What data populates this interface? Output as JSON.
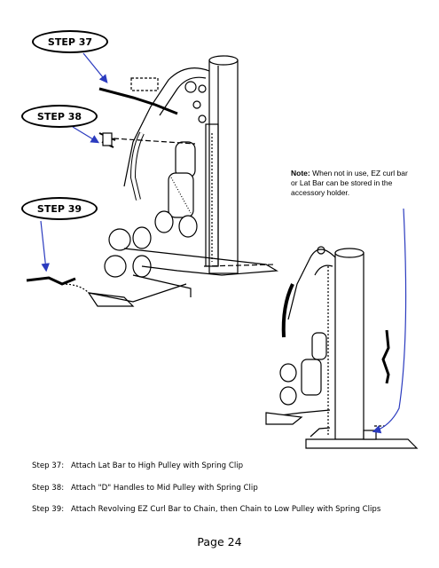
{
  "callouts": {
    "step37": "STEP 37",
    "step38": "STEP 38",
    "step39": "STEP 39"
  },
  "note": {
    "label": "Note:",
    "text": " When not in use, EZ curl bar or Lat Bar can be stored in the accessory holder."
  },
  "steps": [
    {
      "label": "Step 37:",
      "text": "Attach Lat Bar to High Pulley with Spring Clip"
    },
    {
      "label": "Step 38:",
      "text": "Attach \"D\" Handles to Mid Pulley with Spring Clip"
    },
    {
      "label": "Step 39:",
      "text": "Attach Revolving EZ Curl Bar to Chain, then Chain to Low Pulley with Spring Clips"
    }
  ],
  "page": "Page 24",
  "colors": {
    "arrow": "#2b3bbf",
    "line": "#000000"
  }
}
